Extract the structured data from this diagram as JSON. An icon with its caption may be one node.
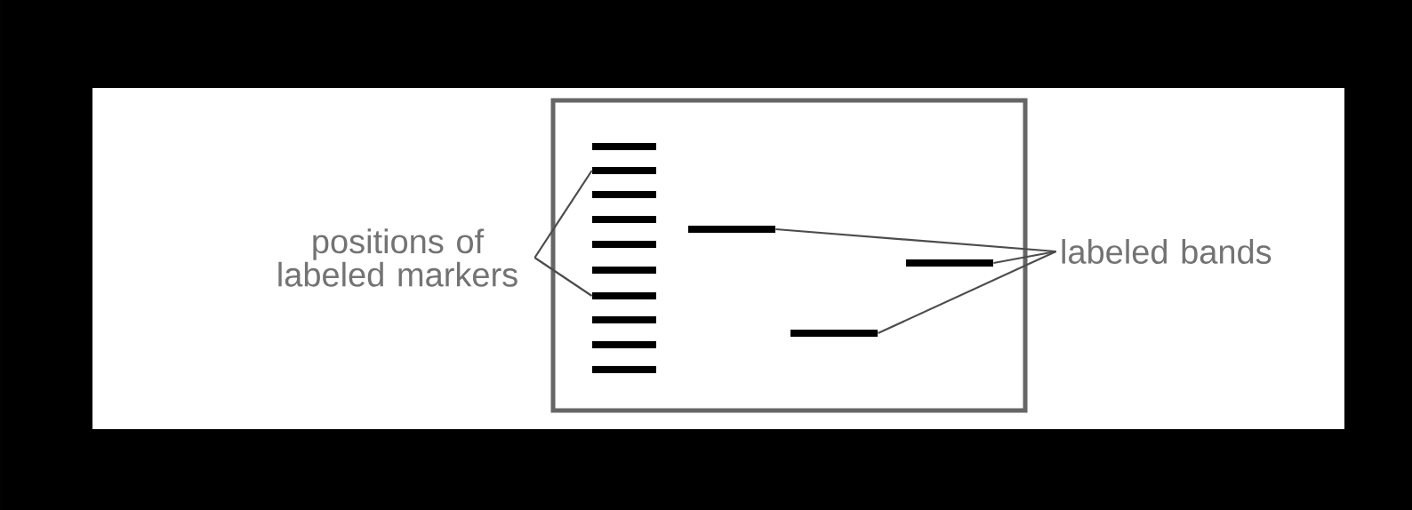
{
  "diagram": {
    "nodes": [
      {
        "text": [
          "positions of labeled markers"
        ]
      },
      {
        "text": [],
        "shape": "bar"
      },
      {
        "text": [],
        "shape": "bar"
      },
      {
        "text": [],
        "shape": "bar"
      },
      {
        "text": [],
        "shape": "bar"
      },
      {
        "text": [],
        "shape": "bar"
      },
      {
        "text": [],
        "shape": "bar"
      },
      {
        "text": [],
        "shape": "bar"
      },
      {
        "text": [],
        "shape": "bar"
      },
      {
        "text": [],
        "shape": "bar"
      },
      {
        "text": [],
        "shape": "bar"
      },
      {
        "text": [],
        "shape": "bar"
      },
      {
        "text": [],
        "shape": "bar"
      },
      {
        "text": [],
        "shape": "bar"
      },
      {
        "text": [
          "labeled bands"
        ]
      }
    ],
    "edges": [
      {
        "from": 0,
        "to": 2,
        "arrow": "none"
      },
      {
        "from": 0,
        "to": 7,
        "arrow": "none"
      },
      {
        "from": 14,
        "to": 11,
        "arrow": "none"
      },
      {
        "from": 14,
        "to": 12,
        "arrow": "none"
      },
      {
        "from": 14,
        "to": 13,
        "arrow": "none"
      }
    ]
  }
}
